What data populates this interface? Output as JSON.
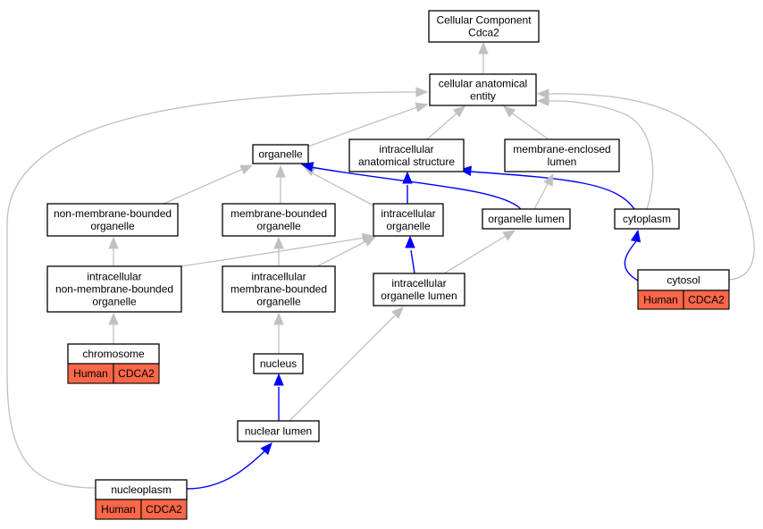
{
  "colors": {
    "is_a_edge": "#c0c0c0",
    "part_of_edge": "#0000ff",
    "annotation_fill": "#fa6749"
  },
  "nodes": {
    "root": [
      "Cellular Component",
      "Cdca2"
    ],
    "cae": [
      "cellular anatomical",
      "entity"
    ],
    "organelle": [
      "organelle"
    ],
    "ias": [
      "intracellular",
      "anatomical structure"
    ],
    "mel": [
      "membrane-enclosed",
      "lumen"
    ],
    "nmbo": [
      "non-membrane-bounded",
      "organelle"
    ],
    "mbo": [
      "membrane-bounded",
      "organelle"
    ],
    "io": [
      "intracellular",
      "organelle"
    ],
    "ol": [
      "organelle lumen"
    ],
    "cytoplasm": [
      "cytoplasm"
    ],
    "inmbo": [
      "intracellular",
      "non-membrane-bounded",
      "organelle"
    ],
    "imbo": [
      "intracellular",
      "membrane-bounded",
      "organelle"
    ],
    "iol": [
      "intracellular",
      "organelle lumen"
    ],
    "cytosol": [
      "cytosol"
    ],
    "chromosome": [
      "chromosome"
    ],
    "nucleus": [
      "nucleus"
    ],
    "nuclear_lumen": [
      "nuclear lumen"
    ],
    "nucleoplasm": [
      "nucleoplasm"
    ]
  },
  "annotations": {
    "cytosol": [
      "Human",
      "CDCA2"
    ],
    "chromosome": [
      "Human",
      "CDCA2"
    ],
    "nucleoplasm": [
      "Human",
      "CDCA2"
    ]
  },
  "edges": [
    {
      "from": "cae",
      "to": "root",
      "type": "is_a"
    },
    {
      "from": "organelle",
      "to": "cae",
      "type": "is_a"
    },
    {
      "from": "ias",
      "to": "cae",
      "type": "is_a"
    },
    {
      "from": "mel",
      "to": "cae",
      "type": "is_a"
    },
    {
      "from": "cytoplasm",
      "to": "cae",
      "type": "is_a"
    },
    {
      "from": "cytosol",
      "to": "cae",
      "type": "is_a"
    },
    {
      "from": "nucleoplasm",
      "to": "cae",
      "type": "is_a"
    },
    {
      "from": "nmbo",
      "to": "organelle",
      "type": "is_a"
    },
    {
      "from": "mbo",
      "to": "organelle",
      "type": "is_a"
    },
    {
      "from": "io",
      "to": "organelle",
      "type": "is_a"
    },
    {
      "from": "ol",
      "to": "organelle",
      "type": "part_of"
    },
    {
      "from": "io",
      "to": "ias",
      "type": "part_of"
    },
    {
      "from": "cytoplasm",
      "to": "ias",
      "type": "part_of"
    },
    {
      "from": "ol",
      "to": "mel",
      "type": "is_a"
    },
    {
      "from": "cytosol",
      "to": "cytoplasm",
      "type": "part_of"
    },
    {
      "from": "inmbo",
      "to": "nmbo",
      "type": "is_a"
    },
    {
      "from": "inmbo",
      "to": "io",
      "type": "is_a"
    },
    {
      "from": "imbo",
      "to": "mbo",
      "type": "is_a"
    },
    {
      "from": "imbo",
      "to": "io",
      "type": "is_a"
    },
    {
      "from": "iol",
      "to": "io",
      "type": "part_of"
    },
    {
      "from": "iol",
      "to": "ol",
      "type": "is_a"
    },
    {
      "from": "chromosome",
      "to": "inmbo",
      "type": "is_a"
    },
    {
      "from": "nucleus",
      "to": "imbo",
      "type": "is_a"
    },
    {
      "from": "nuclear_lumen",
      "to": "nucleus",
      "type": "part_of"
    },
    {
      "from": "nuclear_lumen",
      "to": "iol",
      "type": "is_a"
    },
    {
      "from": "nucleoplasm",
      "to": "nuclear_lumen",
      "type": "part_of"
    }
  ]
}
